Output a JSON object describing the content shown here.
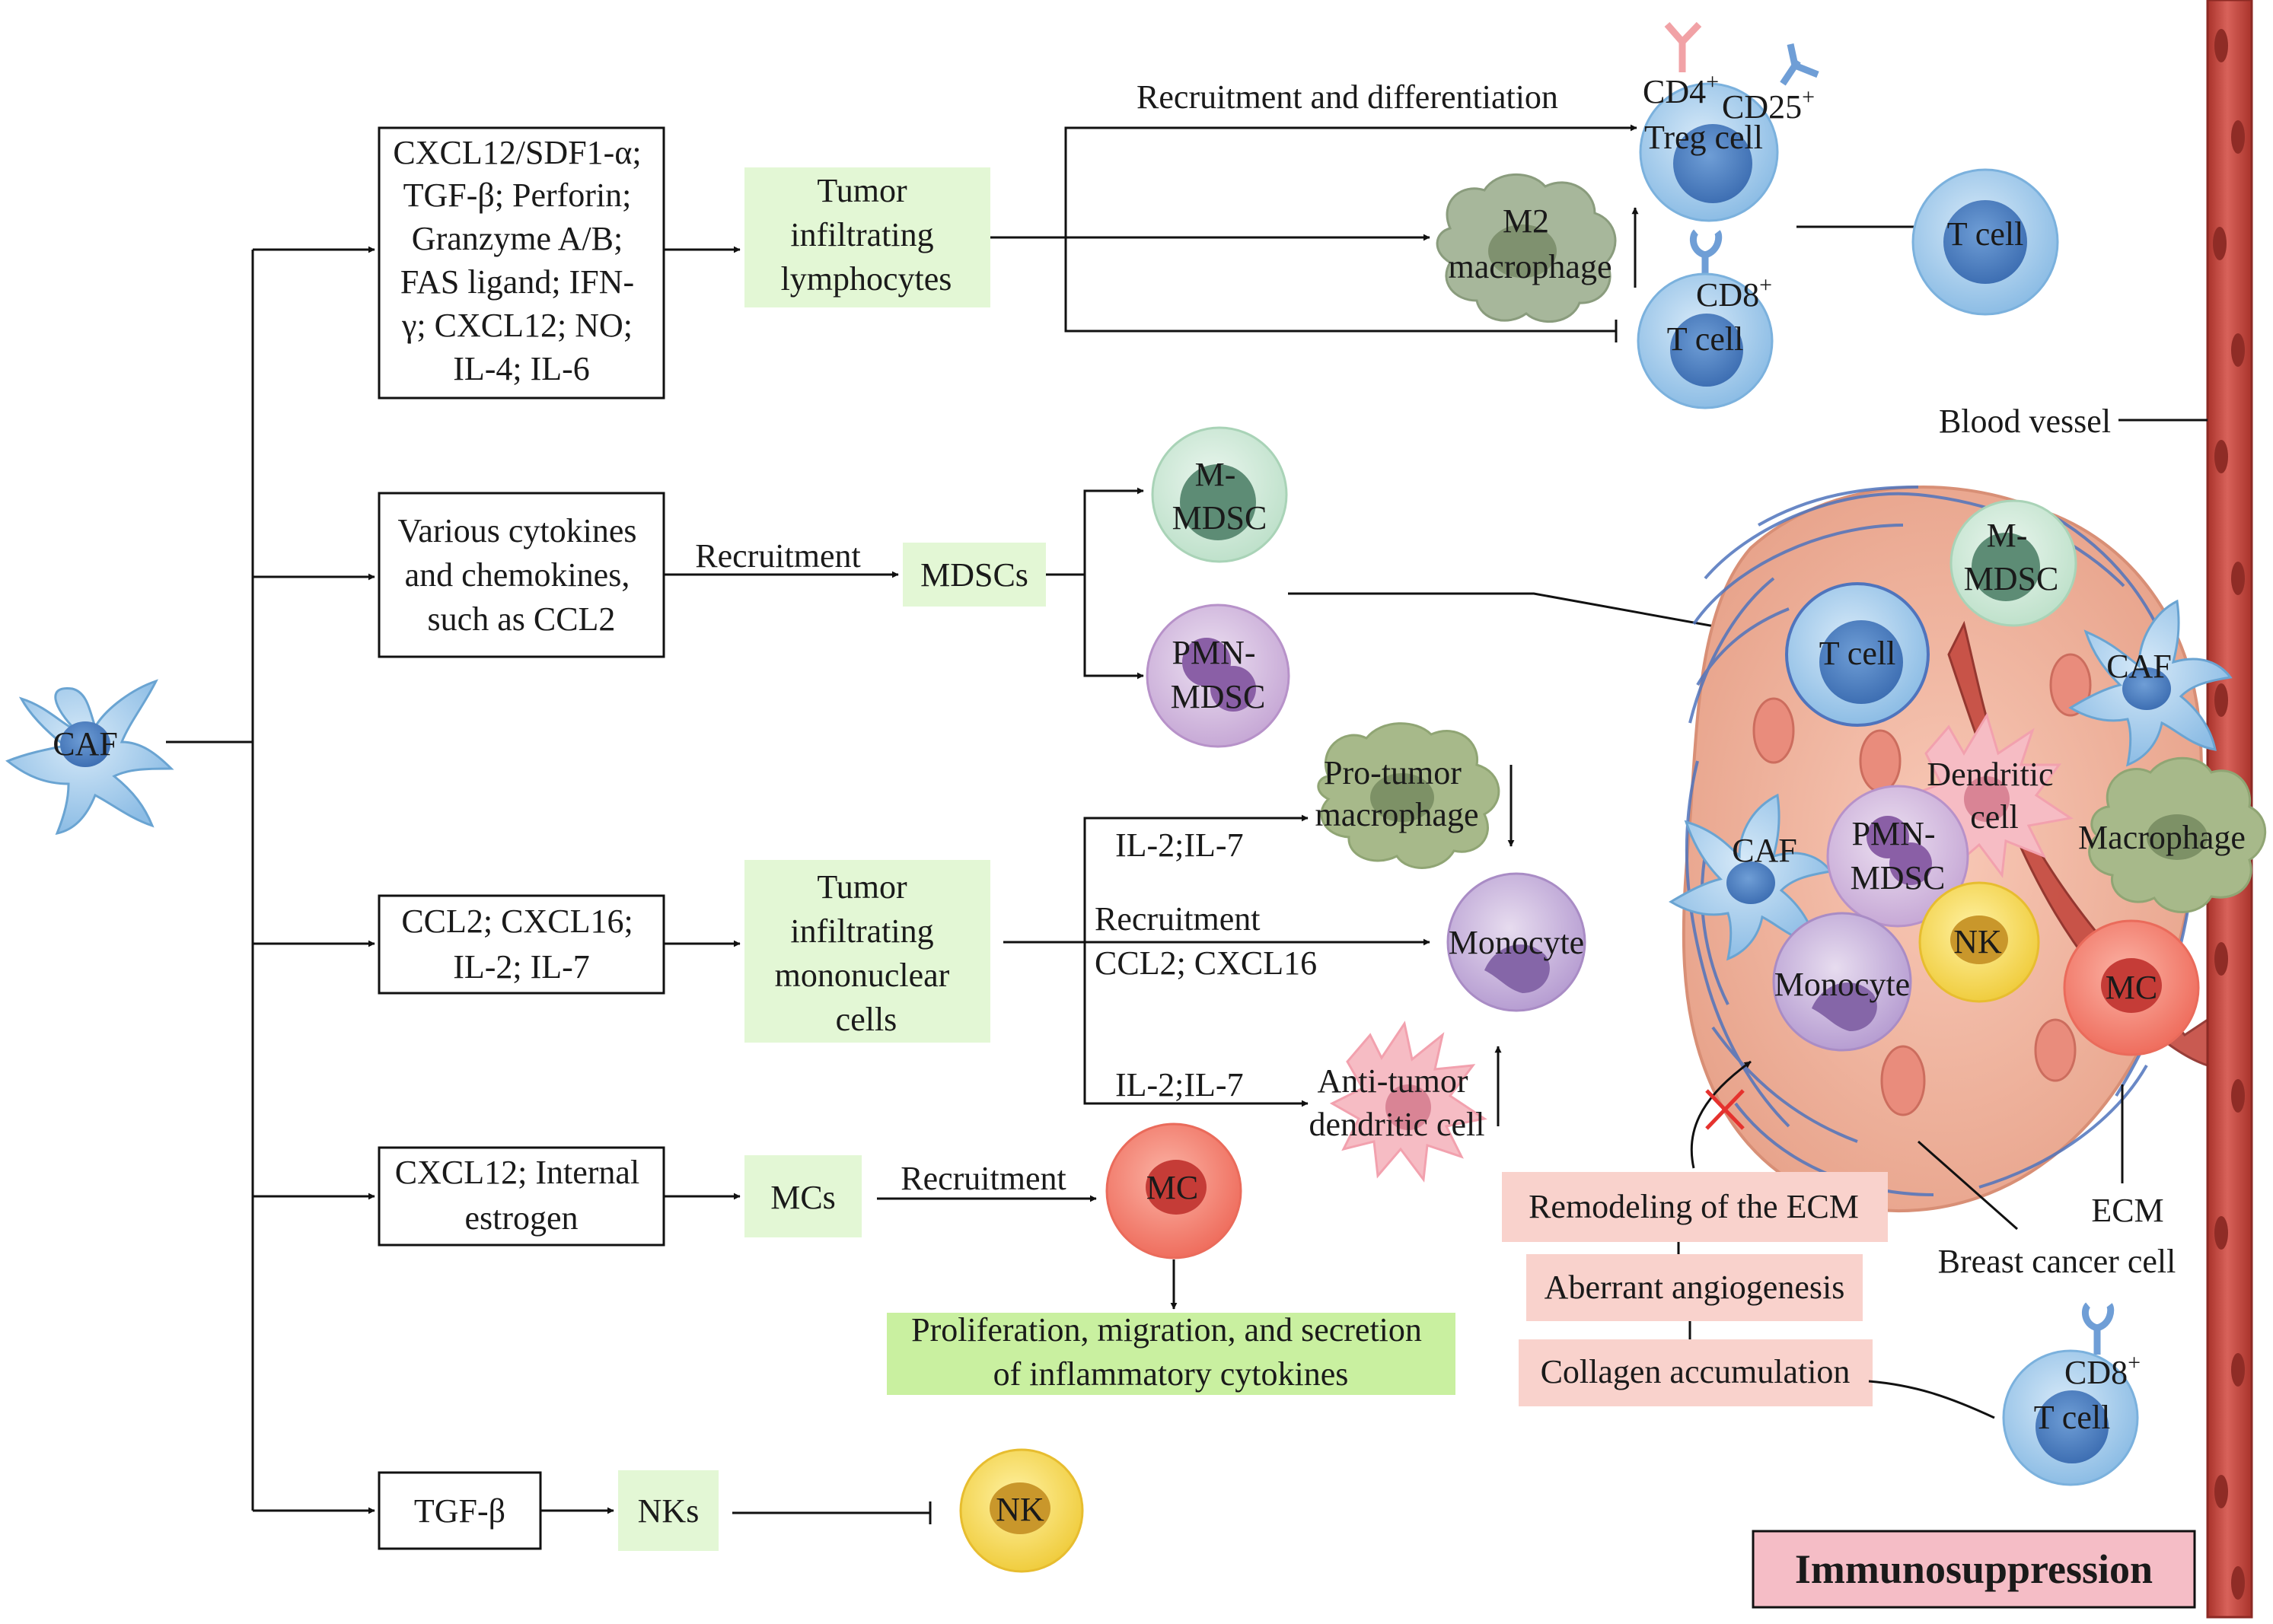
{
  "colors": {
    "accent_green": "#e3f7d5",
    "strong_green": "#c9f0a0",
    "pink_box": "#f9d2cc",
    "immunosuppression_fill": "#f5bdc6",
    "vessel": "#c4493f",
    "caf_blue": "#8fc3e6",
    "t_cell_blue": "#a9cdee"
  },
  "caf": {
    "label": "CAF"
  },
  "row1": {
    "factors": [
      "CXCL12/SDF1-α;",
      "TGF-β; Perforin;",
      "Granzyme A/B;",
      "FAS ligand; IFN-",
      "γ; CXCL12; NO;",
      "IL-4; IL-6"
    ],
    "target": [
      "Tumor",
      "infiltrating",
      "lymphocytes"
    ],
    "arrow_label": "Recruitment and differentiation",
    "treg": {
      "cd4": "CD4",
      "sup": "+",
      "cd25": "CD25",
      "name": "Treg cell"
    },
    "m2": [
      "M2",
      "macrophage"
    ],
    "cd8": {
      "cd": "CD8",
      "sup": "+",
      "name": "T cell"
    },
    "tcell": "T cell"
  },
  "row2": {
    "factors": [
      "Various cytokines",
      "and chemokines,",
      "such as CCL2"
    ],
    "arrow_label": "Recruitment",
    "target": "MDSCs",
    "mmdsc": [
      "M-",
      "MDSC"
    ],
    "pmn": [
      "PMN-",
      "MDSC"
    ]
  },
  "row3": {
    "factors": [
      "CCL2; CXCL16;",
      "IL-2; IL-7"
    ],
    "target": [
      "Tumor",
      "infiltrating",
      "mononuclear",
      "cells"
    ],
    "il_top": "IL-2;IL-7",
    "recruit": "Recruitment",
    "ccl": "CCL2; CXCL16",
    "il_bottom": "IL-2;IL-7",
    "pro_tumor": [
      "Pro-tumor",
      "macrophage"
    ],
    "monocyte": "Monocyte",
    "anti_tumor": [
      "Anti-tumor",
      "dendritic cell"
    ]
  },
  "row4": {
    "factors": [
      "CXCL12; Internal",
      "estrogen"
    ],
    "target": "MCs",
    "arrow_label": "Recruitment",
    "mc": "MC",
    "result": [
      "Proliferation, migration, and secretion",
      "of inflammatory cytokines"
    ]
  },
  "row5": {
    "factor": "TGF-β",
    "target": "NKs",
    "nk": "NK"
  },
  "tumor": {
    "blood_vessel": "Blood vessel",
    "mmdsc": [
      "M-",
      "MDSC"
    ],
    "tcell": "T cell",
    "caf_right": "CAF",
    "dendritic": [
      "Dendritic",
      "cell"
    ],
    "caf_left": "CAF",
    "pmn": [
      "PMN-",
      "MDSC"
    ],
    "macrophage": "Macrophage",
    "nk": "NK",
    "monocyte": "Monocyte",
    "mc": "MC",
    "ecm": "ECM",
    "breast": "Breast cancer cell",
    "remodel": "Remodeling of the ECM",
    "angio": "Aberrant angiogenesis",
    "collagen": "Collagen accumulation",
    "cd8": {
      "cd": "CD8",
      "sup": "+",
      "name": "T cell"
    },
    "immuno": "Immunosuppression"
  }
}
